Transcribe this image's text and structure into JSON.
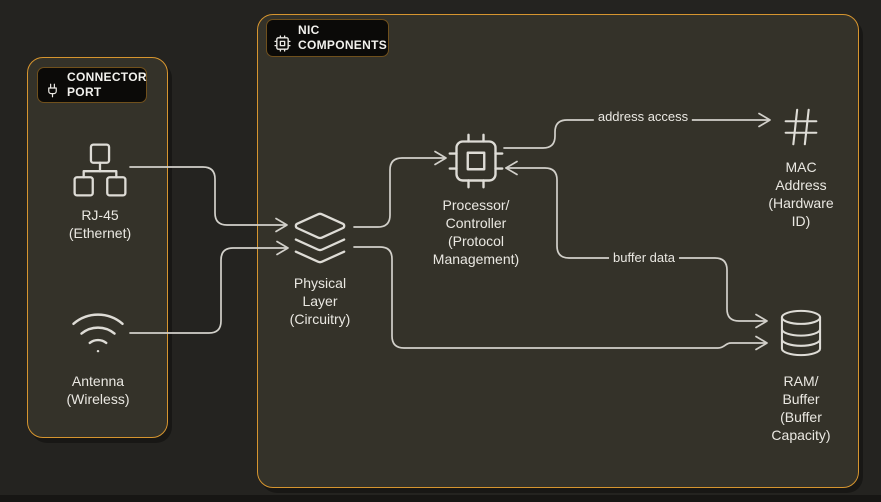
{
  "groups": {
    "connector_port": {
      "label": "CONNECTOR\nPORT",
      "icon": "plug-icon"
    },
    "nic_components": {
      "label": "NIC\nCOMPONENTS",
      "icon": "cpu-icon"
    }
  },
  "nodes": {
    "rj45": {
      "label": "RJ-45\n(Ethernet)",
      "icon": "network-icon"
    },
    "antenna": {
      "label": "Antenna\n(Wireless)",
      "icon": "wifi-icon"
    },
    "physical_layer": {
      "label": "Physical\nLayer\n(Circuitry)",
      "icon": "layers-icon"
    },
    "processor": {
      "label": "Processor/\nController\n(Protocol\nManagement)",
      "icon": "cpu-icon"
    },
    "mac_address": {
      "label": "MAC\nAddress\n(Hardware\nID)",
      "icon": "hash-icon"
    },
    "ram_buffer": {
      "label": "RAM/\nBuffer\n(Buffer\nCapacity)",
      "icon": "database-icon"
    }
  },
  "edges": {
    "rj45_to_physical": {
      "label": ""
    },
    "antenna_to_physical": {
      "label": ""
    },
    "physical_to_processor": {
      "label": ""
    },
    "physical_to_ram": {
      "label": ""
    },
    "address_access": {
      "label": "address access"
    },
    "buffer_data": {
      "label": "buffer data"
    }
  },
  "colors": {
    "canvas_bg": "#242320",
    "panel_bg": "#343229",
    "accent_border": "#d6952f",
    "label_bg": "#0b0a08",
    "line": "#d2d0ca",
    "text": "#eae8e2"
  }
}
